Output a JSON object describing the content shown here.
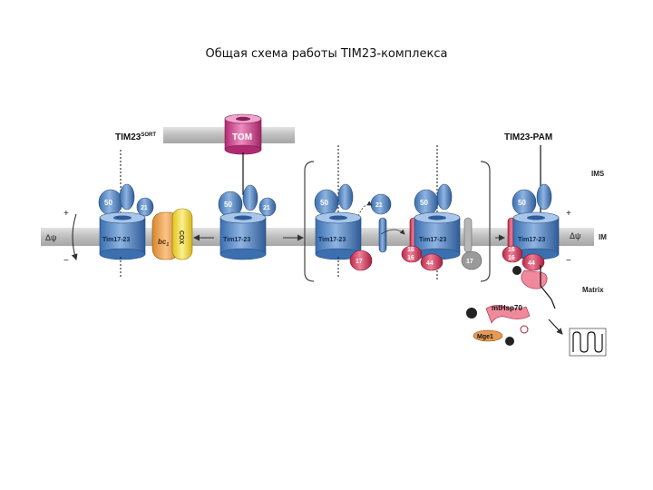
{
  "title": "Общая схема работы TIM23-комплекса",
  "labels": {
    "tim23_sort": "TIM23",
    "tim23_sort_sup": "SORT",
    "tom": "TOM",
    "tim23_pam": "TIM23-PAM",
    "ims": "IMS",
    "im": "IM",
    "matrix": "Matrix",
    "delta_psi": "Δψ",
    "plus": "+",
    "minus": "−",
    "tim50": "50",
    "tim21": "21",
    "tim17_23": "Tim17-23",
    "tim17": "17",
    "tim16": "16",
    "tim44": "44",
    "bc1": "bc",
    "bc1_sub": "1",
    "cox": "COX",
    "mthsp70": "mtHsp70",
    "mge1": "Mge1"
  },
  "colors": {
    "membrane": "#c9c9c9",
    "tim_blue": "#4f86c6",
    "tim_blue_light": "#8fb4e0",
    "tim_red": "#d9385a",
    "tim_pink": "#f2a3b4",
    "tom_magenta": "#d4428a",
    "bc1_orange": "#f3a44a",
    "cox_yellow": "#f5de3c",
    "hsp70_pink": "#ef8a9c",
    "mge1_orange": "#e69a52",
    "tim17_gray": "#9a9a9a"
  }
}
